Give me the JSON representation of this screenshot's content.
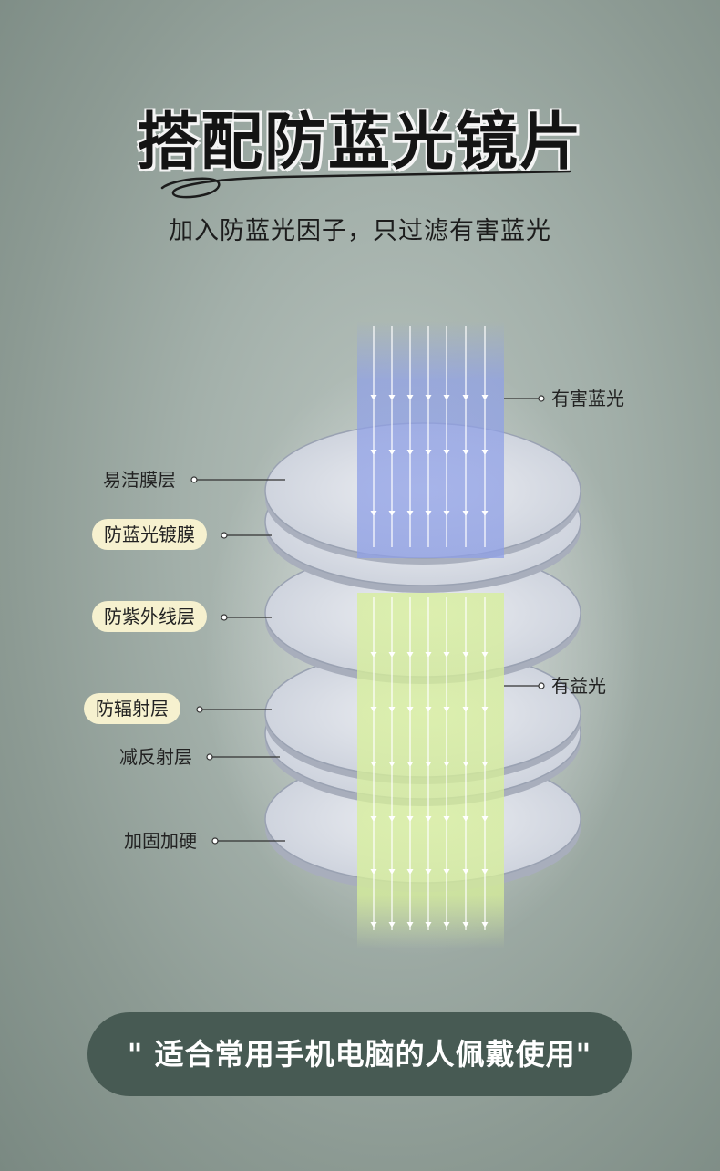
{
  "header": {
    "title": "搭配防蓝光镜片",
    "subtitle": "加入防蓝光因子，只过滤有害蓝光"
  },
  "diagram": {
    "right_labels": {
      "harmful_blue_light": "有害蓝光",
      "beneficial_light": "有益光"
    },
    "layers": [
      {
        "label": "易洁膜层",
        "highlighted": false
      },
      {
        "label": "防蓝光镀膜",
        "highlighted": true
      },
      {
        "label": "防紫外线层",
        "highlighted": true
      },
      {
        "label": "防辐射层",
        "highlighted": true
      },
      {
        "label": "减反射层",
        "highlighted": false
      },
      {
        "label": "加固加硬",
        "highlighted": false
      }
    ],
    "colors": {
      "blue_beam": "#8fa0e6",
      "green_beam": "#d7ef9a",
      "pill_bg": "#f6f1cf",
      "banner_bg": "#475a53"
    }
  },
  "banner": {
    "text": "\" 适合常用手机电脑的人佩戴使用\""
  }
}
